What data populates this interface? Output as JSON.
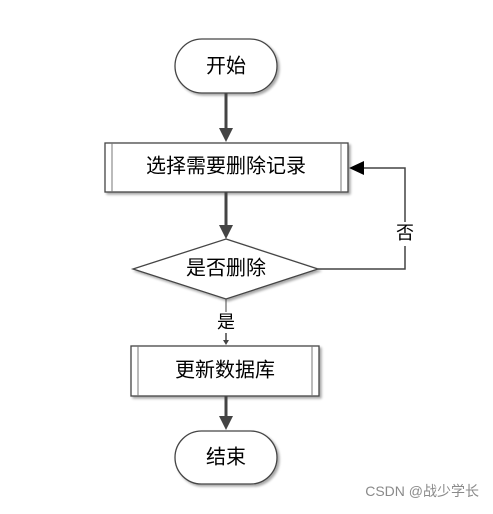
{
  "flowchart": {
    "start_label": "开始",
    "select_label": "选择需要删除记录",
    "decision_label": "是否删除",
    "yes_label": "是",
    "no_label": "否",
    "update_label": "更新数据库",
    "end_label": "结束"
  },
  "watermark": {
    "text": "CSDN @战少学长"
  }
}
